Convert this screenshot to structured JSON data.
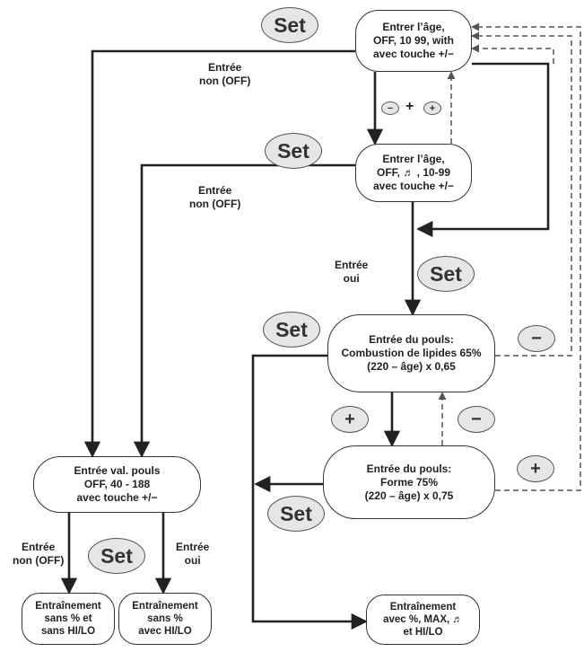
{
  "buttons": {
    "set": "Set",
    "minus": "−",
    "plus": "+"
  },
  "nodes": {
    "age_entry_1": [
      "Entrer l’âge,",
      "OFF, 10 99, with",
      "avec touche +/−"
    ],
    "age_entry_2": [
      "Entrer l’âge,",
      "OFF, ♬ ,      10-99",
      "avec touche +/−"
    ],
    "pulse_fat_burn": [
      "Entrée du pouls:",
      "Combustion de lipides 65%",
      "(220 – âge) x 0,65"
    ],
    "pulse_fitness": [
      "Entrée du pouls:",
      "Forme 75%",
      "(220 – âge) x 0,75"
    ],
    "pulse_value": [
      "Entrée val. pouls",
      "OFF, 40 - 188",
      "avec touche +/−"
    ],
    "training_no_pct_no_hilo": [
      "Entraînement",
      "sans % et",
      "sans HI/LO"
    ],
    "training_no_pct_hilo": [
      "Entraînement",
      "sans %",
      "avec HI/LO"
    ],
    "training_pct_max": [
      "Entraînement",
      "avec %, MAX, ♬",
      "et HI/LO"
    ]
  },
  "labels": {
    "entry_no_off": [
      "Entrée",
      "non (OFF)"
    ],
    "entry_yes": [
      "Entrée",
      "oui"
    ]
  },
  "colors": {
    "line": "#222222",
    "dashed": "#555555",
    "button_fill": "#e6e6e6"
  }
}
